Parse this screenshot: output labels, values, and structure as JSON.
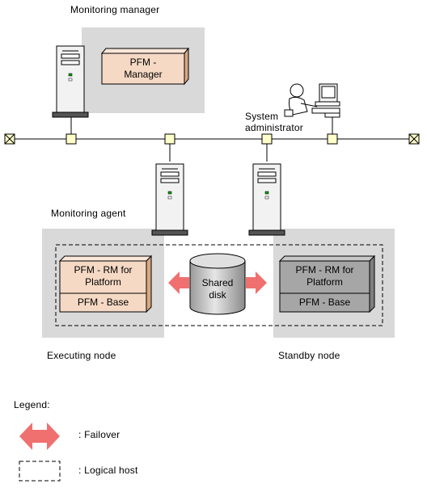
{
  "monitoring_manager": {
    "label": "Monitoring  manager",
    "box_label": "PFM -\nManager"
  },
  "system_administrator": {
    "label": "System\nadministrator"
  },
  "monitoring_agent": {
    "label": "Monitoring  agent"
  },
  "executing_node": {
    "label": "Executing  node",
    "rm_label": "PFM - RM for\nPlatform",
    "base_label": "PFM - Base"
  },
  "standby_node": {
    "label": "Standby  node",
    "rm_label": "PFM - RM for\nPlatform",
    "base_label": "PFM - Base"
  },
  "shared_disk": {
    "label": "Shared\ndisk"
  },
  "legend": {
    "title": "Legend:",
    "failover": ":  Failover",
    "logical_host": ":  Logical  host"
  },
  "colors": {
    "node_area": "#d9d9d9",
    "pfm_box_fill": "#f5d9c4",
    "pfm_box_side": "#d9a882",
    "standby_box_fill": "#a6a6a6",
    "standby_box_side": "#7f7f7f",
    "failover_arrow": "#f07070",
    "connector": "#ffffcc"
  }
}
